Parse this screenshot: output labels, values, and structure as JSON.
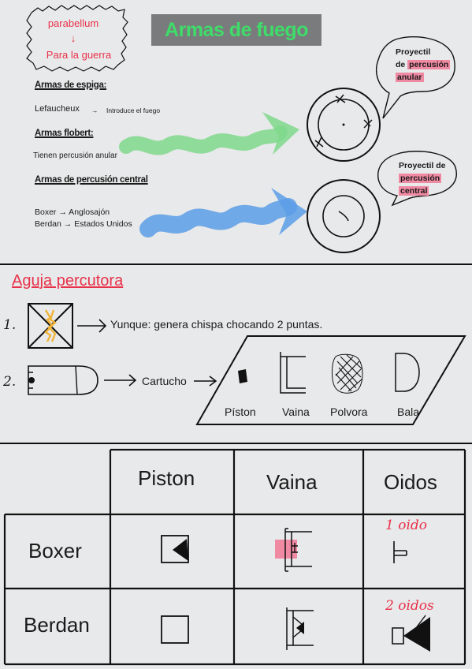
{
  "header": {
    "cloud_word": "parabellum",
    "cloud_arrow": "↓",
    "cloud_translation": "Para la guerra",
    "title": "Armas de fuego"
  },
  "types": {
    "espiga": {
      "heading": "Armas de espiga:",
      "item": "Lefaucheux",
      "arrow": "→",
      "note": "Introduce el fuego"
    },
    "flobert": {
      "heading": "Armas flobert:",
      "note": "Tienen percusión anular"
    },
    "central": {
      "heading": "Armas de percusión central",
      "line1": "Boxer → Anglosajón",
      "line2": "Berdan → Estados Unidos"
    }
  },
  "bubbles": {
    "anular": {
      "line1": "Proyectil",
      "line2_pre": "de ",
      "line2_hl": "percusión",
      "line3_hl": "anular"
    },
    "central": {
      "line1": "Proyectil de",
      "line2_hl": "percusión",
      "line3_hl": "central"
    }
  },
  "aguja": {
    "title": "Aguja percutora",
    "item1_num": "1.",
    "item1_text": "Yunque: genera chispa chocando 2 puntas.",
    "item2_num": "2.",
    "item2_label": "Cartucho",
    "parts": [
      "Píston",
      "Vaina",
      "Polvora",
      "Bala"
    ]
  },
  "table": {
    "headers": [
      "Piston",
      "Vaina",
      "Oidos"
    ],
    "rows": [
      {
        "name": "Boxer",
        "oidos_note": "1 oido"
      },
      {
        "name": "Berdan",
        "oidos_note": "2 oidos"
      }
    ]
  },
  "colors": {
    "accent_red": "#e8314a",
    "title_green": "#3fdc6a",
    "green_arrow": "#7fd88c",
    "blue_arrow": "#5b9ee6",
    "highlight_pink": "#f08aa3"
  }
}
